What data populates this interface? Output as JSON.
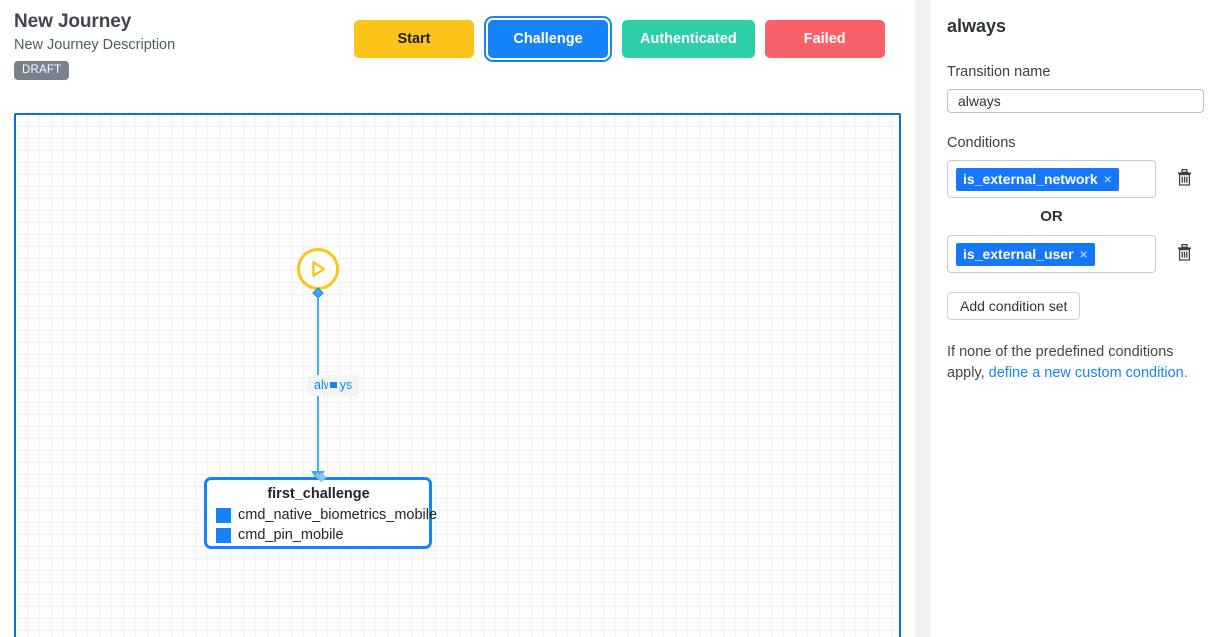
{
  "header": {
    "title": "New Journey",
    "description": "New Journey Description",
    "status_badge": "DRAFT"
  },
  "state_buttons": [
    {
      "label": "Start",
      "color": "#fcc419",
      "text_color": "#1d2125",
      "selected": false
    },
    {
      "label": "Challenge",
      "color": "#1484f8",
      "text_color": "#ffffff",
      "selected": true
    },
    {
      "label": "Authenticated",
      "color": "#2ecfa8",
      "text_color": "#ffffff",
      "selected": false
    },
    {
      "label": "Failed",
      "color": "#f9606a",
      "text_color": "#ffffff",
      "selected": false
    }
  ],
  "canvas": {
    "start_node": {
      "icon": "play-icon",
      "color": "#fcc419"
    },
    "edge": {
      "label": "always",
      "color": "#3faaf5"
    },
    "challenge_node": {
      "title": "first_challenge",
      "border_color": "#1484f8",
      "items": [
        {
          "label": "cmd_native_biometrics_mobile",
          "swatch_color": "#1484f8"
        },
        {
          "label": "cmd_pin_mobile",
          "swatch_color": "#1484f8"
        }
      ]
    }
  },
  "panel": {
    "title": "always",
    "transition_name_label": "Transition name",
    "transition_name_value": "always",
    "transition_name_placeholder": "Transition name",
    "conditions_label": "Conditions",
    "condition_sets": [
      {
        "tag": "is_external_network",
        "remove_glyph": "×",
        "delete_icon": "trash-icon"
      },
      {
        "tag": "is_external_user",
        "remove_glyph": "×",
        "delete_icon": "trash-icon"
      }
    ],
    "or_label": "OR",
    "add_condition_set_label": "Add condition set",
    "hint_prefix": "If none of the predefined conditions apply,",
    "hint_link": "define a new custom condition.",
    "accent_color": "#1484f8"
  }
}
